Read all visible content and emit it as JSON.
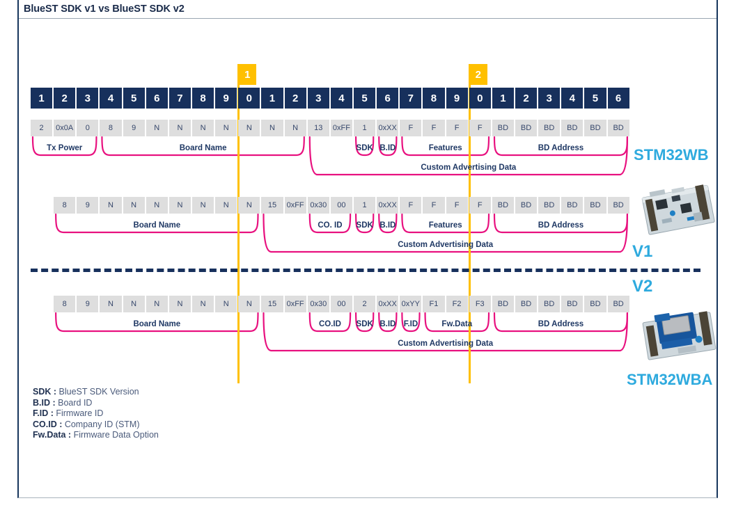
{
  "title": "BlueST SDK v1 vs BlueST SDK v2",
  "markers": [
    {
      "label": "1",
      "cell_index": 9
    },
    {
      "label": "2",
      "cell_index": 19
    }
  ],
  "header_cells": [
    "1",
    "2",
    "3",
    "4",
    "5",
    "6",
    "7",
    "8",
    "9",
    "0",
    "1",
    "2",
    "3",
    "4",
    "5",
    "6",
    "7",
    "8",
    "9",
    "0",
    "1",
    "2",
    "3",
    "4",
    "5",
    "6"
  ],
  "rows": [
    {
      "name": "row-stm32wb",
      "cells": [
        "2",
        "0x0A",
        "0",
        "8",
        "9",
        "N",
        "N",
        "N",
        "N",
        "N",
        "N",
        "N",
        "13",
        "0xFF",
        "1",
        "0xXX",
        "F",
        "F",
        "F",
        "F",
        "BD",
        "BD",
        "BD",
        "BD",
        "BD",
        "BD"
      ],
      "braces": [
        {
          "label": "Tx Power",
          "start": 0,
          "end": 2,
          "level": 1
        },
        {
          "label": "Board Name",
          "start": 3,
          "end": 11,
          "level": 1
        },
        {
          "label": "SDK",
          "start": 14,
          "end": 14,
          "level": 1
        },
        {
          "label": "B.ID",
          "start": 15,
          "end": 15,
          "level": 1
        },
        {
          "label": "Features",
          "start": 16,
          "end": 19,
          "level": 1
        },
        {
          "label": "BD Address",
          "start": 20,
          "end": 25,
          "level": 1
        },
        {
          "label": "Custom Advertising Data",
          "start": 12,
          "end": 25,
          "level": 2
        }
      ]
    },
    {
      "name": "row-v1",
      "cells": [
        "8",
        "9",
        "N",
        "N",
        "N",
        "N",
        "N",
        "N",
        "N",
        "15",
        "0xFF",
        "0x30",
        "00",
        "1",
        "0xXX",
        "F",
        "F",
        "F",
        "F",
        "BD",
        "BD",
        "BD",
        "BD",
        "BD",
        "BD"
      ],
      "braces": [
        {
          "label": "Board Name",
          "start": 0,
          "end": 8,
          "level": 1
        },
        {
          "label": "CO. ID",
          "start": 11,
          "end": 12,
          "level": 1
        },
        {
          "label": "SDK",
          "start": 13,
          "end": 13,
          "level": 1
        },
        {
          "label": "B.ID",
          "start": 14,
          "end": 14,
          "level": 1
        },
        {
          "label": "Features",
          "start": 15,
          "end": 18,
          "level": 1
        },
        {
          "label": "BD Address",
          "start": 19,
          "end": 24,
          "level": 1
        },
        {
          "label": "Custom Advertising Data",
          "start": 9,
          "end": 24,
          "level": 2
        }
      ]
    },
    {
      "name": "row-v2",
      "cells": [
        "8",
        "9",
        "N",
        "N",
        "N",
        "N",
        "N",
        "N",
        "N",
        "15",
        "0xFF",
        "0x30",
        "00",
        "2",
        "0xXX",
        "0xYY",
        "F1",
        "F2",
        "F3",
        "BD",
        "BD",
        "BD",
        "BD",
        "BD",
        "BD"
      ],
      "braces": [
        {
          "label": "Board Name",
          "start": 0,
          "end": 8,
          "level": 1
        },
        {
          "label": "CO.ID",
          "start": 11,
          "end": 12,
          "level": 1
        },
        {
          "label": "SDK",
          "start": 13,
          "end": 13,
          "level": 1
        },
        {
          "label": "B.ID",
          "start": 14,
          "end": 14,
          "level": 1
        },
        {
          "label": "F.ID",
          "start": 15,
          "end": 15,
          "level": 1
        },
        {
          "label": "Fw.Data",
          "start": 16,
          "end": 18,
          "level": 1
        },
        {
          "label": "BD Address",
          "start": 19,
          "end": 24,
          "level": 1
        },
        {
          "label": "Custom Advertising Data",
          "start": 9,
          "end": 24,
          "level": 2
        }
      ]
    }
  ],
  "side_labels": {
    "stm32wb": "STM32WB",
    "v1": "V1",
    "v2": "V2",
    "stm32wba": "STM32WBA"
  },
  "legend": [
    {
      "term": "SDK :",
      "desc": "BlueST SDK Version"
    },
    {
      "term": "B.ID :",
      "desc": "Board ID"
    },
    {
      "term": "F.ID :",
      "desc": "Firmware ID"
    },
    {
      "term": "CO.ID :",
      "desc": "Company ID (STM)"
    },
    {
      "term": "Fw.Data :",
      "desc": "Firmware Data Option"
    }
  ],
  "colors": {
    "header_cell": "#17305c",
    "data_cell": "#dedede",
    "brace": "#e8117f",
    "marker": "#ffc000",
    "side_label": "#2eaade",
    "text_dark": "#1f3864"
  }
}
